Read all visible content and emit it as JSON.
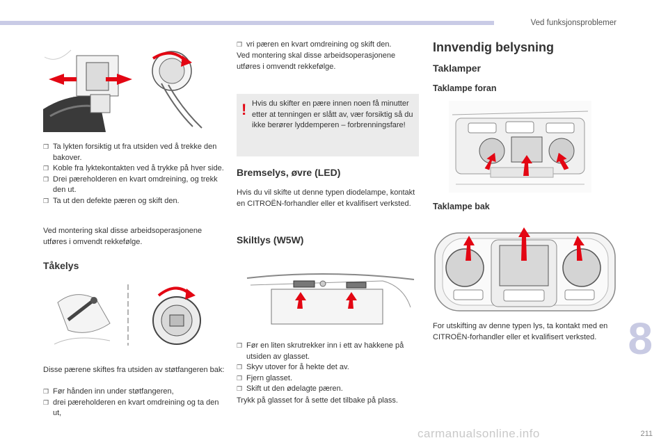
{
  "header": {
    "section_title": "Ved funksjonsproblemer",
    "page_number": "211",
    "chapter_number": "8"
  },
  "watermark": "carmanualsonline.info",
  "col1": {
    "bullets": [
      "Ta lykten forsiktig ut fra utsiden ved å trekke den bakover.",
      "Koble fra lyktekontakten ved å trykke på hver side.",
      "Drei pæreholderen en kvart omdreining, og trekk den ut.",
      "Ta ut den defekte pæren og skift den."
    ],
    "refit_text": "Ved montering skal disse arbeidsoperasjonene utføres i omvendt rekkefølge.",
    "fog_heading": "Tåkelys",
    "fog_intro": "Disse pærene skiftes fra utsiden av støtfangeren bak:",
    "fog_bullets": [
      "Før hånden inn under støtfangeren,",
      "drei pæreholderen en kvart omdreining og ta den ut,"
    ]
  },
  "col2": {
    "bullet": "vri pæren en kvart omdreining og skift den.",
    "refit_text": "Ved montering skal disse arbeidsoperasjonene utføres i omvendt rekkefølge.",
    "warning": "Hvis du skifter en pære innen noen få minutter etter at tenningen er slått av, vær forsiktig så du ikke berører lyddemperen – forbrenningsfare!",
    "brake_heading": "Bremselys, øvre (LED)",
    "brake_text": "Hvis du vil skifte ut denne typen diodelampe, kontakt en CITROËN-forhandler eller et kvalifisert verksted.",
    "plate_heading": "Skiltlys (W5W)",
    "plate_bullets": [
      "Før en liten skrutrekker inn i ett av hakkene på utsiden av glasset.",
      "Skyv utover for å hekte det av.",
      "Fjern glasset.",
      "Skift ut den ødelagte pæren."
    ],
    "plate_end": "Trykk på glasset for å sette det tilbake på plass."
  },
  "col3": {
    "title": "Innvendig belysning",
    "subtitle": "Taklamper",
    "front_heading": "Taklampe foran",
    "rear_heading": "Taklampe bak",
    "rear_text": "For utskifting av denne typen lys, ta kontakt med en CITROËN-forhandler eller et kvalifisert verksted."
  },
  "colors": {
    "arrow_red": "#e30613",
    "header_bar": "#c9cbe6",
    "warning_bg": "#ebebeb"
  }
}
